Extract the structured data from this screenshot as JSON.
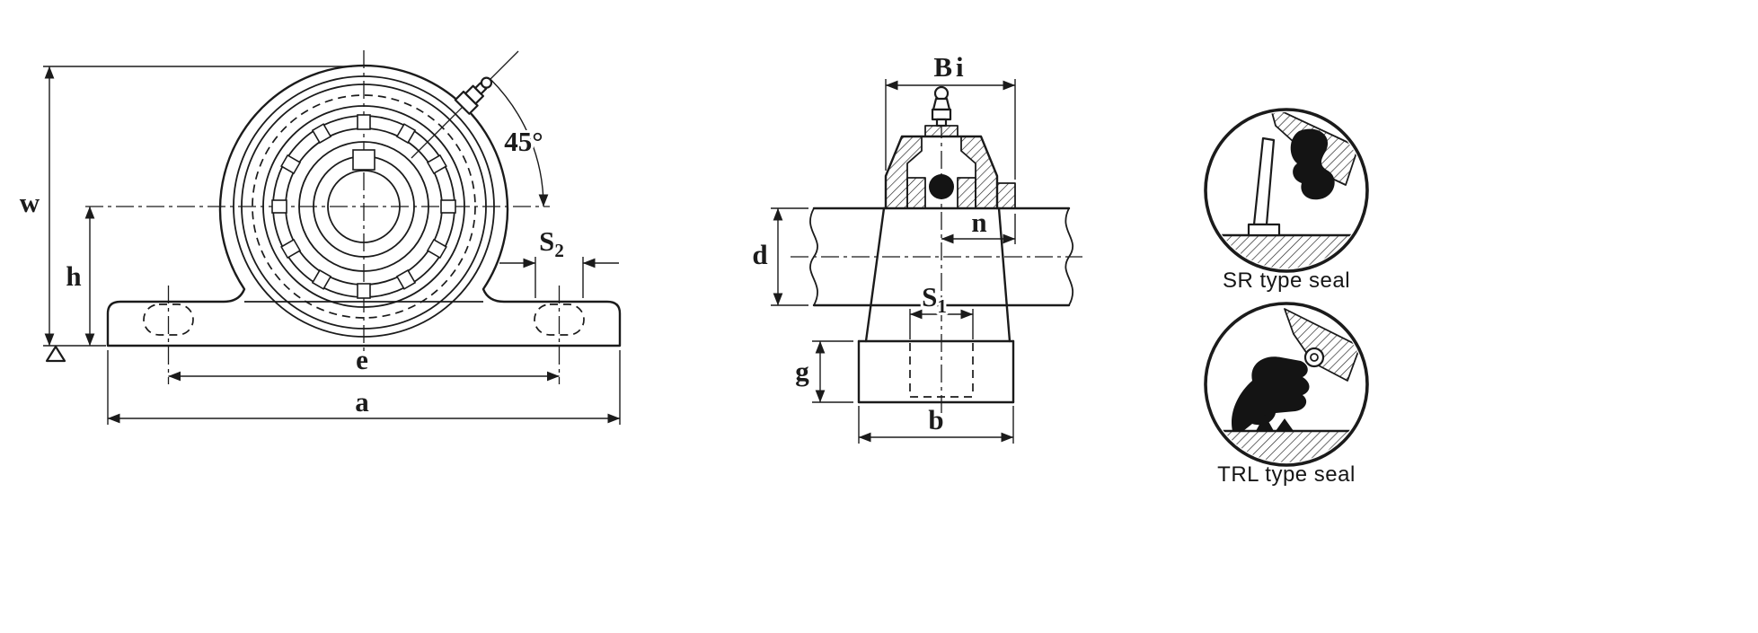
{
  "colors": {
    "line": "#1b1b1b",
    "background": "#ffffff",
    "fill_black": "#141414"
  },
  "front_view": {
    "dims": {
      "w": "w",
      "h": "h",
      "e": "e",
      "a": "a",
      "s2_base": "S",
      "s2_sub": "2",
      "angle": "45°"
    }
  },
  "side_view": {
    "dims": {
      "bi": "Bi",
      "n": "n",
      "d": "d",
      "s1_base": "S",
      "s1_sub": "1",
      "g": "g",
      "b": "b"
    }
  },
  "seal_details": [
    {
      "label": "SR type seal"
    },
    {
      "label": "TRL type seal"
    }
  ]
}
